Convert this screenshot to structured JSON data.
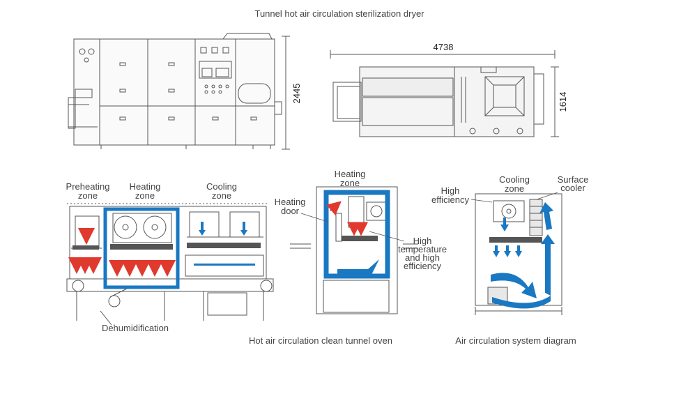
{
  "title": "Tunnel hot air circulation sterilization dryer",
  "dimensions": {
    "length": "4738",
    "height": "2445",
    "width": "1614"
  },
  "zones_view": {
    "preheating": [
      "Preheating",
      "zone"
    ],
    "heating": [
      "Heating",
      "zone"
    ],
    "cooling": [
      "Cooling",
      "zone"
    ],
    "dehumidification": "Dehumidification"
  },
  "oven_view": {
    "heating_zone": [
      "Heating",
      "zone"
    ],
    "heating_door": [
      "Heating",
      "door"
    ],
    "high_temp": [
      "High",
      "temperature",
      "and high",
      "efficiency"
    ],
    "caption": "Hot air circulation clean tunnel oven"
  },
  "air_view": {
    "cooling_zone": [
      "Cooling",
      "zone"
    ],
    "surface_cooler": [
      "Surface",
      "cooler"
    ],
    "high_efficiency": [
      "High",
      "efficiency"
    ],
    "caption": "Air circulation system diagram"
  },
  "colors": {
    "blue": "#1a78c2",
    "red": "#e03a2f",
    "line": "#555555"
  }
}
